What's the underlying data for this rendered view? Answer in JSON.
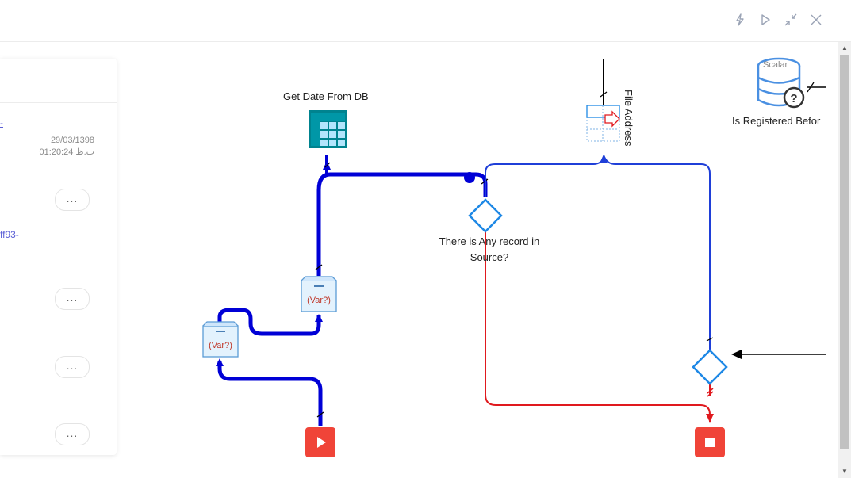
{
  "toolbar": {
    "icons": [
      "lightning-icon",
      "play-icon",
      "collapse-icon",
      "close-icon"
    ]
  },
  "panel": {
    "link_top": "-",
    "date_line1": "29/03/1398",
    "date_line2": "01:20:24 ب.ظ",
    "link_mid": "ff93-",
    "more_label": "..."
  },
  "nodes": {
    "get_date_label": "Get Date From DB",
    "file_address_label": "File Address",
    "scalar_icon_text": "Scalar",
    "is_registered_label": "Is Registered Befor",
    "condition1_label_line1": "There is Any record in",
    "condition1_label_line2": "Source?",
    "var1_text": "(Var?)",
    "var2_text": "(Var?)"
  },
  "colors": {
    "flow_blue": "#0000d6",
    "thin_blue": "#1f3fd8",
    "error_red": "#e0191e",
    "diamond_blue": "#1e88e5",
    "start_stop_red": "#f04438"
  }
}
